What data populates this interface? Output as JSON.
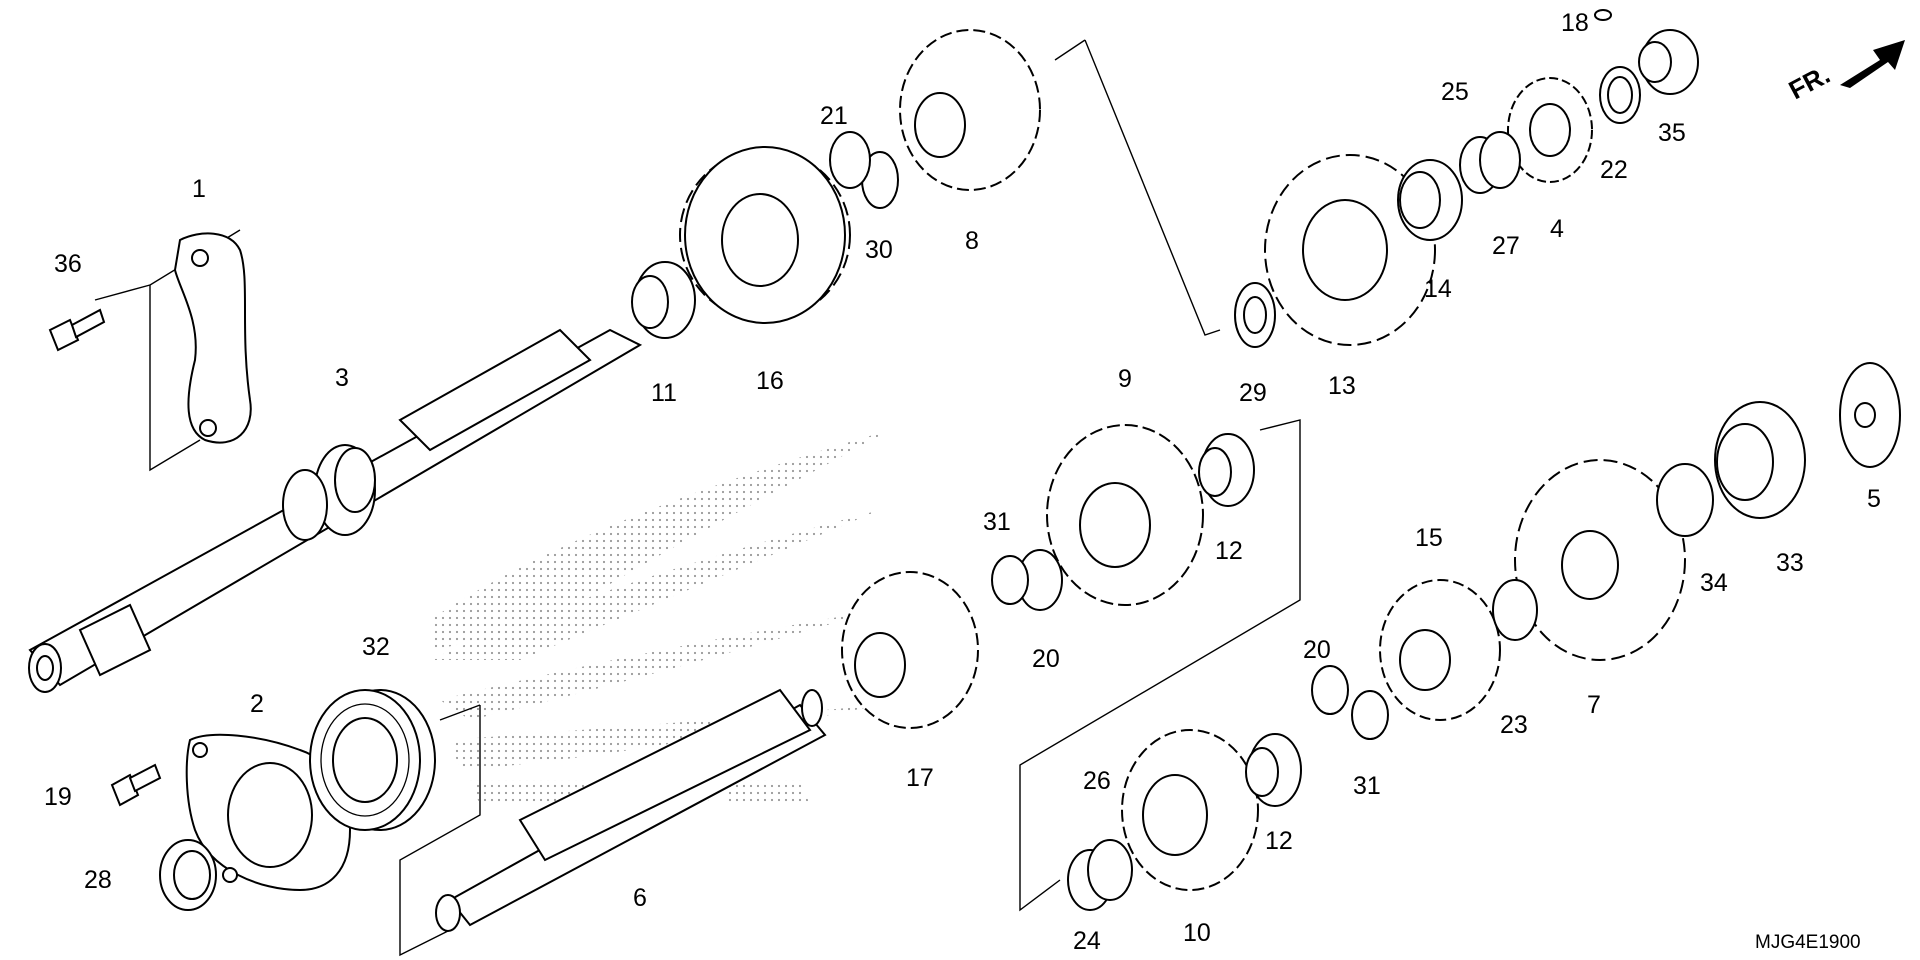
{
  "diagram_code": "MJG4E1900",
  "direction_label": "FR.",
  "callouts": [
    {
      "key": "c1",
      "label": "1"
    },
    {
      "key": "c2",
      "label": "2"
    },
    {
      "key": "c3",
      "label": "3"
    },
    {
      "key": "c4",
      "label": "4"
    },
    {
      "key": "c5",
      "label": "5"
    },
    {
      "key": "c6",
      "label": "6"
    },
    {
      "key": "c7",
      "label": "7"
    },
    {
      "key": "c8",
      "label": "8"
    },
    {
      "key": "c9",
      "label": "9"
    },
    {
      "key": "c10",
      "label": "10"
    },
    {
      "key": "c11",
      "label": "11"
    },
    {
      "key": "c12a",
      "label": "12"
    },
    {
      "key": "c12b",
      "label": "12"
    },
    {
      "key": "c13",
      "label": "13"
    },
    {
      "key": "c14",
      "label": "14"
    },
    {
      "key": "c15",
      "label": "15"
    },
    {
      "key": "c16",
      "label": "16"
    },
    {
      "key": "c17",
      "label": "17"
    },
    {
      "key": "c18",
      "label": "18"
    },
    {
      "key": "c19",
      "label": "19"
    },
    {
      "key": "c20a",
      "label": "20"
    },
    {
      "key": "c20b",
      "label": "20"
    },
    {
      "key": "c21",
      "label": "21"
    },
    {
      "key": "c22",
      "label": "22"
    },
    {
      "key": "c23",
      "label": "23"
    },
    {
      "key": "c24",
      "label": "24"
    },
    {
      "key": "c25",
      "label": "25"
    },
    {
      "key": "c26",
      "label": "26"
    },
    {
      "key": "c27",
      "label": "27"
    },
    {
      "key": "c28",
      "label": "28"
    },
    {
      "key": "c29",
      "label": "29"
    },
    {
      "key": "c30",
      "label": "30"
    },
    {
      "key": "c31a",
      "label": "31"
    },
    {
      "key": "c31b",
      "label": "31"
    },
    {
      "key": "c32",
      "label": "32"
    },
    {
      "key": "c33",
      "label": "33"
    },
    {
      "key": "c34",
      "label": "34"
    },
    {
      "key": "c35",
      "label": "35"
    },
    {
      "key": "c36",
      "label": "36"
    }
  ]
}
